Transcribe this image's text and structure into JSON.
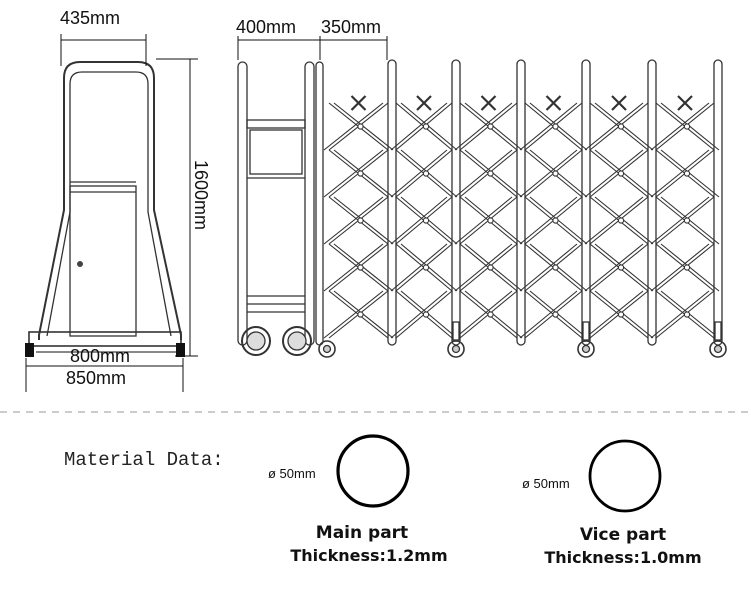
{
  "side_view": {
    "width_label": "435mm",
    "height_label": "1600mm",
    "base_inner_label": "800mm",
    "base_outer_label": "850mm"
  },
  "front_view": {
    "head_width_label": "400mm",
    "section_width_label": "350mm"
  },
  "material": {
    "heading": "Material Data:",
    "main": {
      "diameter_label": "ø 50mm",
      "name": "Main part",
      "thickness": "Thickness:1.2mm"
    },
    "vice": {
      "diameter_label": "ø 50mm",
      "name": "Vice part",
      "thickness": "Thickness:1.0mm"
    }
  }
}
